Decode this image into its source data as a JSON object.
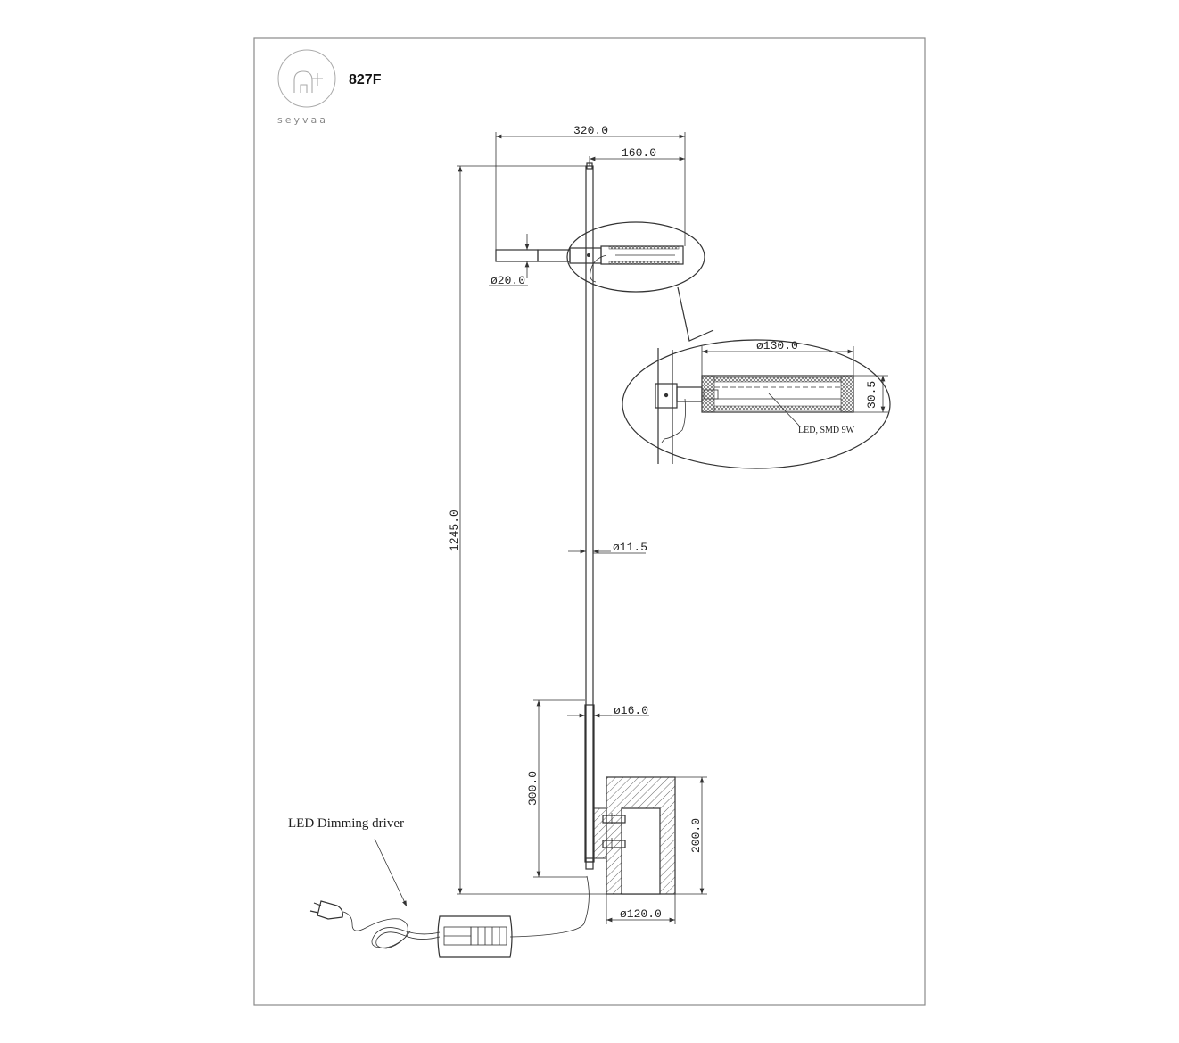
{
  "brand": {
    "name": "seyvaa"
  },
  "model": "827F",
  "dimensions": {
    "overall_width": "320.0",
    "half_width": "160.0",
    "total_height": "1245.0",
    "arm_diameter": "ø20.0",
    "pole_diameter": "ø11.5",
    "lower_pole_diameter": "ø16.0",
    "lower_section_height": "300.0",
    "base_height": "200.0",
    "base_diameter": "ø120.0",
    "head_diameter": "ø130.0",
    "head_thickness": "30.5"
  },
  "labels": {
    "led_spec": "LED, SMD 9W",
    "driver": "LED Dimming driver"
  }
}
